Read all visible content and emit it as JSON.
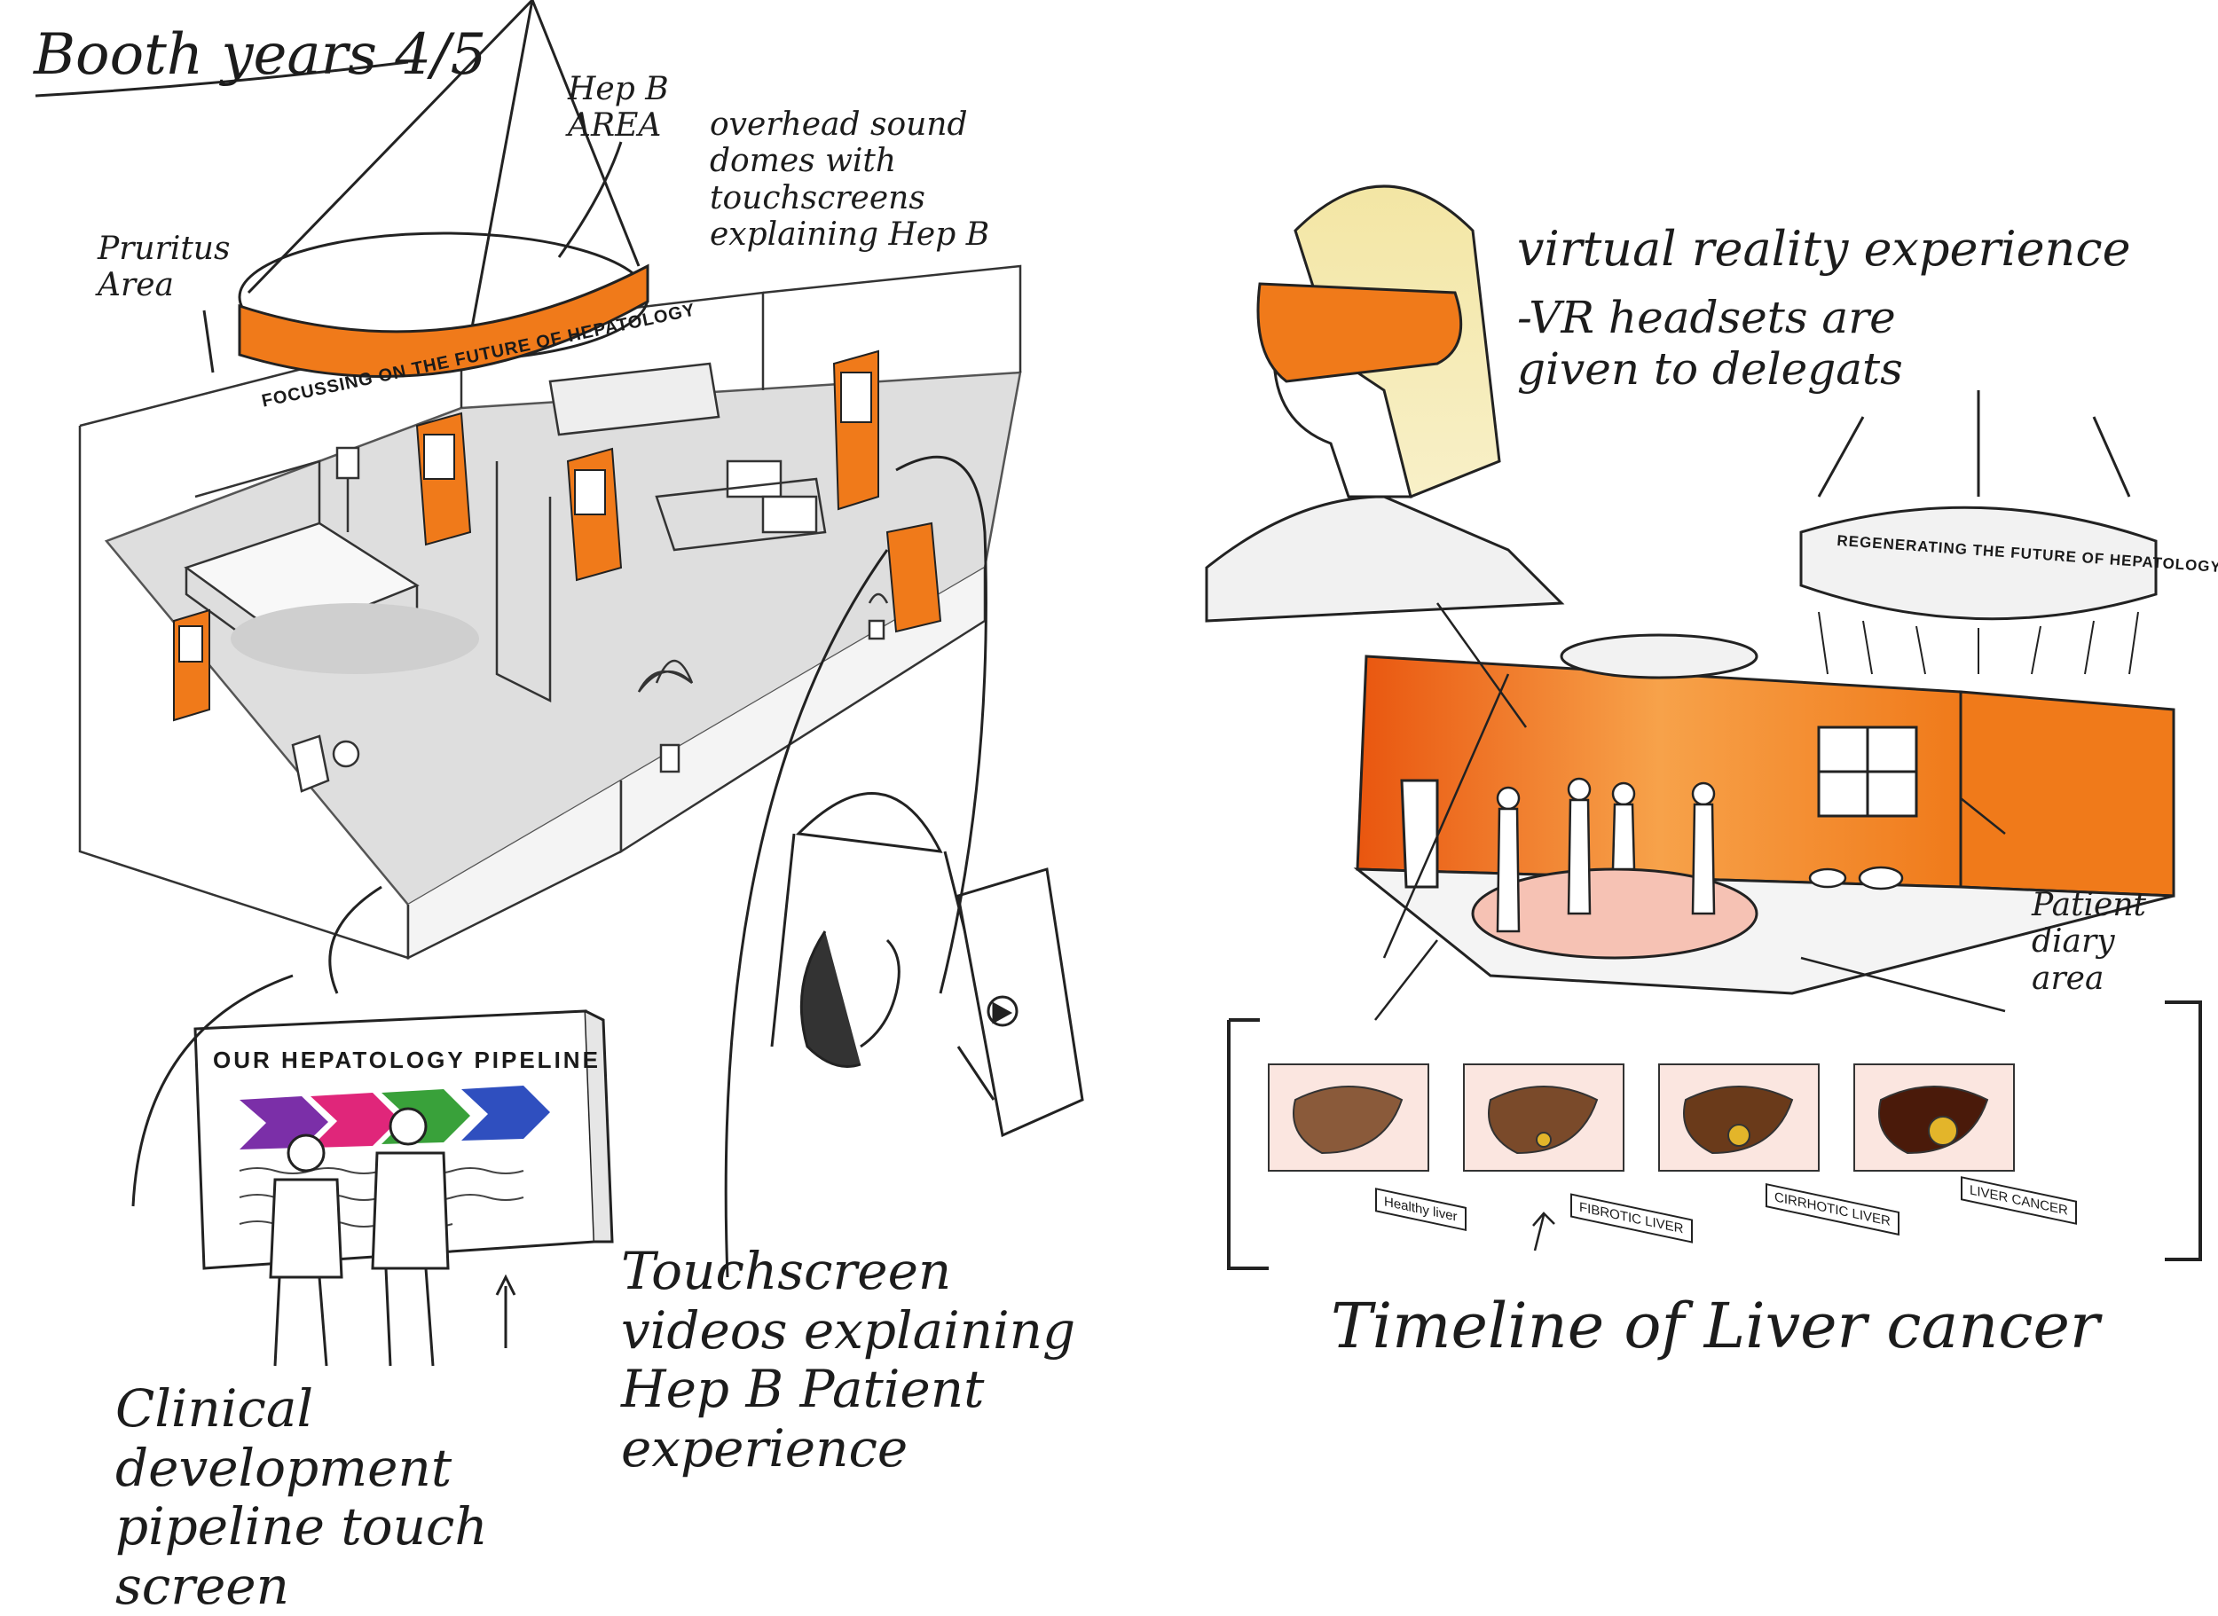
{
  "title": "Booth years 4/5",
  "left_booth": {
    "labels": {
      "pruritus_area": "Pruritus Area",
      "hepb_area": "Hep B AREA",
      "sound_domes": "overhead sound domes with touchscreens explaining Hep B",
      "clinical_pipeline": "Clinical development pipeline touch screen",
      "touchscreen_videos": "Touchscreen videos explaining Hep B Patient experience"
    },
    "ring_banner": "FOCUSSING ON THE FUTURE OF HEPATOLOGY",
    "pipeline_screen_title": "OUR HEPATOLOGY PIPELINE",
    "pipeline_arrow_colors": [
      "#7b2fa8",
      "#e0267a",
      "#39a13a",
      "#2f4fbf"
    ]
  },
  "right_booth": {
    "labels": {
      "vr_experience": "virtual reality experience",
      "vr_headsets": "-VR headsets are given to delegats",
      "patient_diary": "Patient diary area",
      "timeline": "Timeline of Liver cancer"
    },
    "ring_banner": "REGENERATING THE FUTURE OF HEPATOLOGY",
    "liver_stages": [
      "Healthy liver",
      "FIBROTIC LIVER",
      "CIRRHOTIC LIVER",
      "LIVER CANCER"
    ]
  },
  "colors": {
    "accent_orange": "#f07a1a",
    "floor_gray": "#d9d9d9",
    "ink": "#1c1c1c"
  }
}
